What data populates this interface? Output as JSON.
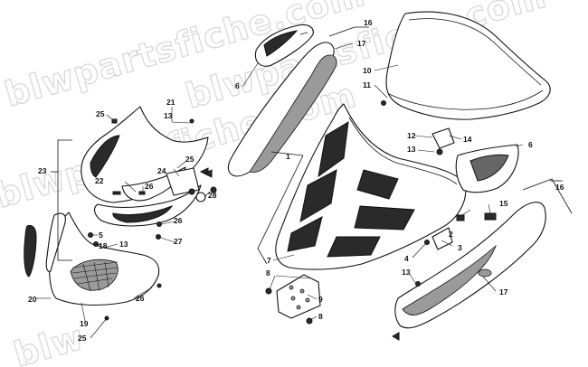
{
  "watermark": {
    "text_line1": "blwpartsfiche.com",
    "text_line2": "blwpartsfiche.com",
    "text_line3": "blwpartsfiche.com",
    "text_line4": "blw"
  },
  "callouts": {
    "c1": "1",
    "c2": "2",
    "c3": "3",
    "c4": "4",
    "c5": "5",
    "c6a": "6",
    "c6b": "6",
    "c7": "7",
    "c8a": "8",
    "c8b": "8",
    "c9": "9",
    "c10": "10",
    "c11": "11",
    "c12": "12",
    "c13a": "13",
    "c13b": "13",
    "c13c": "13",
    "c13d": "13",
    "c14": "14",
    "c15": "15",
    "c16a": "16",
    "c16b": "16",
    "c17a": "17",
    "c17b": "17",
    "c18": "18",
    "c19": "19",
    "c20": "20",
    "c21": "21",
    "c22": "22",
    "c23": "23",
    "c24": "24",
    "c25a": "25",
    "c25b": "25",
    "c25c": "25",
    "c26a": "26",
    "c26b": "26",
    "c26c": "26",
    "c27": "27",
    "c28": "28"
  }
}
